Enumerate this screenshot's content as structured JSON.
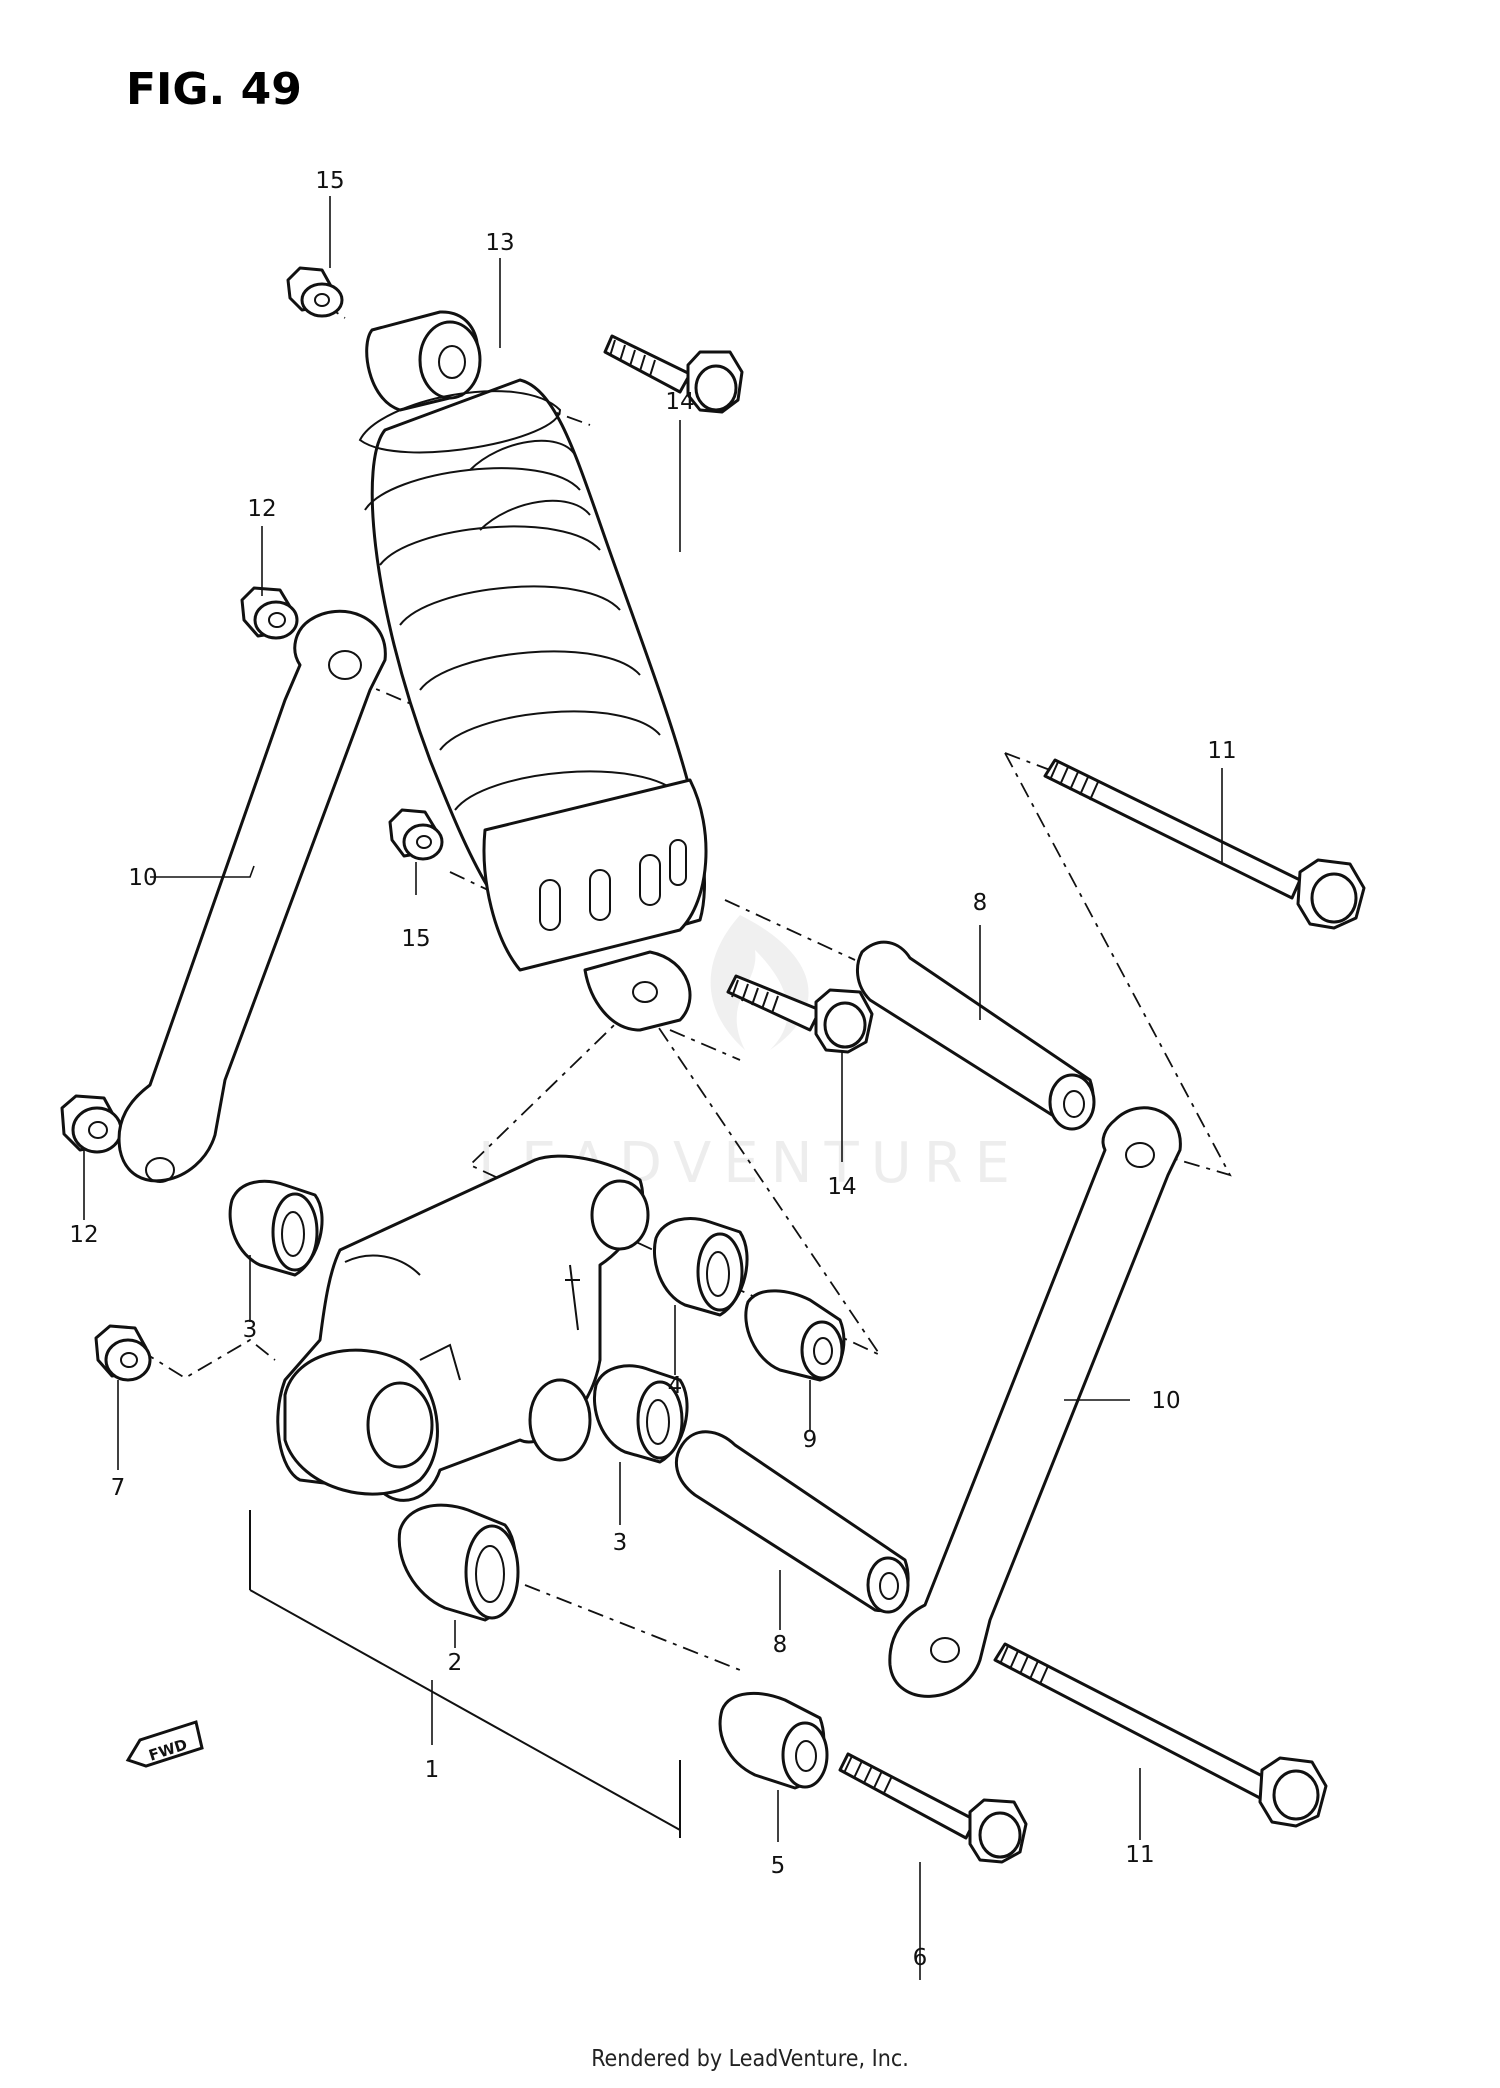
{
  "figure": {
    "title": "FIG. 49"
  },
  "callouts": {
    "c1": "1",
    "c2": "2",
    "c3a": "3",
    "c3b": "3",
    "c4": "4",
    "c5": "5",
    "c6": "6",
    "c7": "7",
    "c8a": "8",
    "c8b": "8",
    "c9": "9",
    "c10a": "10",
    "c10b": "10",
    "c11a": "11",
    "c11b": "11",
    "c12a": "12",
    "c12b": "12",
    "c13": "13",
    "c14a": "14",
    "c14b": "14",
    "c15a": "15",
    "c15b": "15"
  },
  "direction_marker": "FWD",
  "watermark": "LEADVENTURE",
  "footer": "Rendered by LeadVenture, Inc."
}
